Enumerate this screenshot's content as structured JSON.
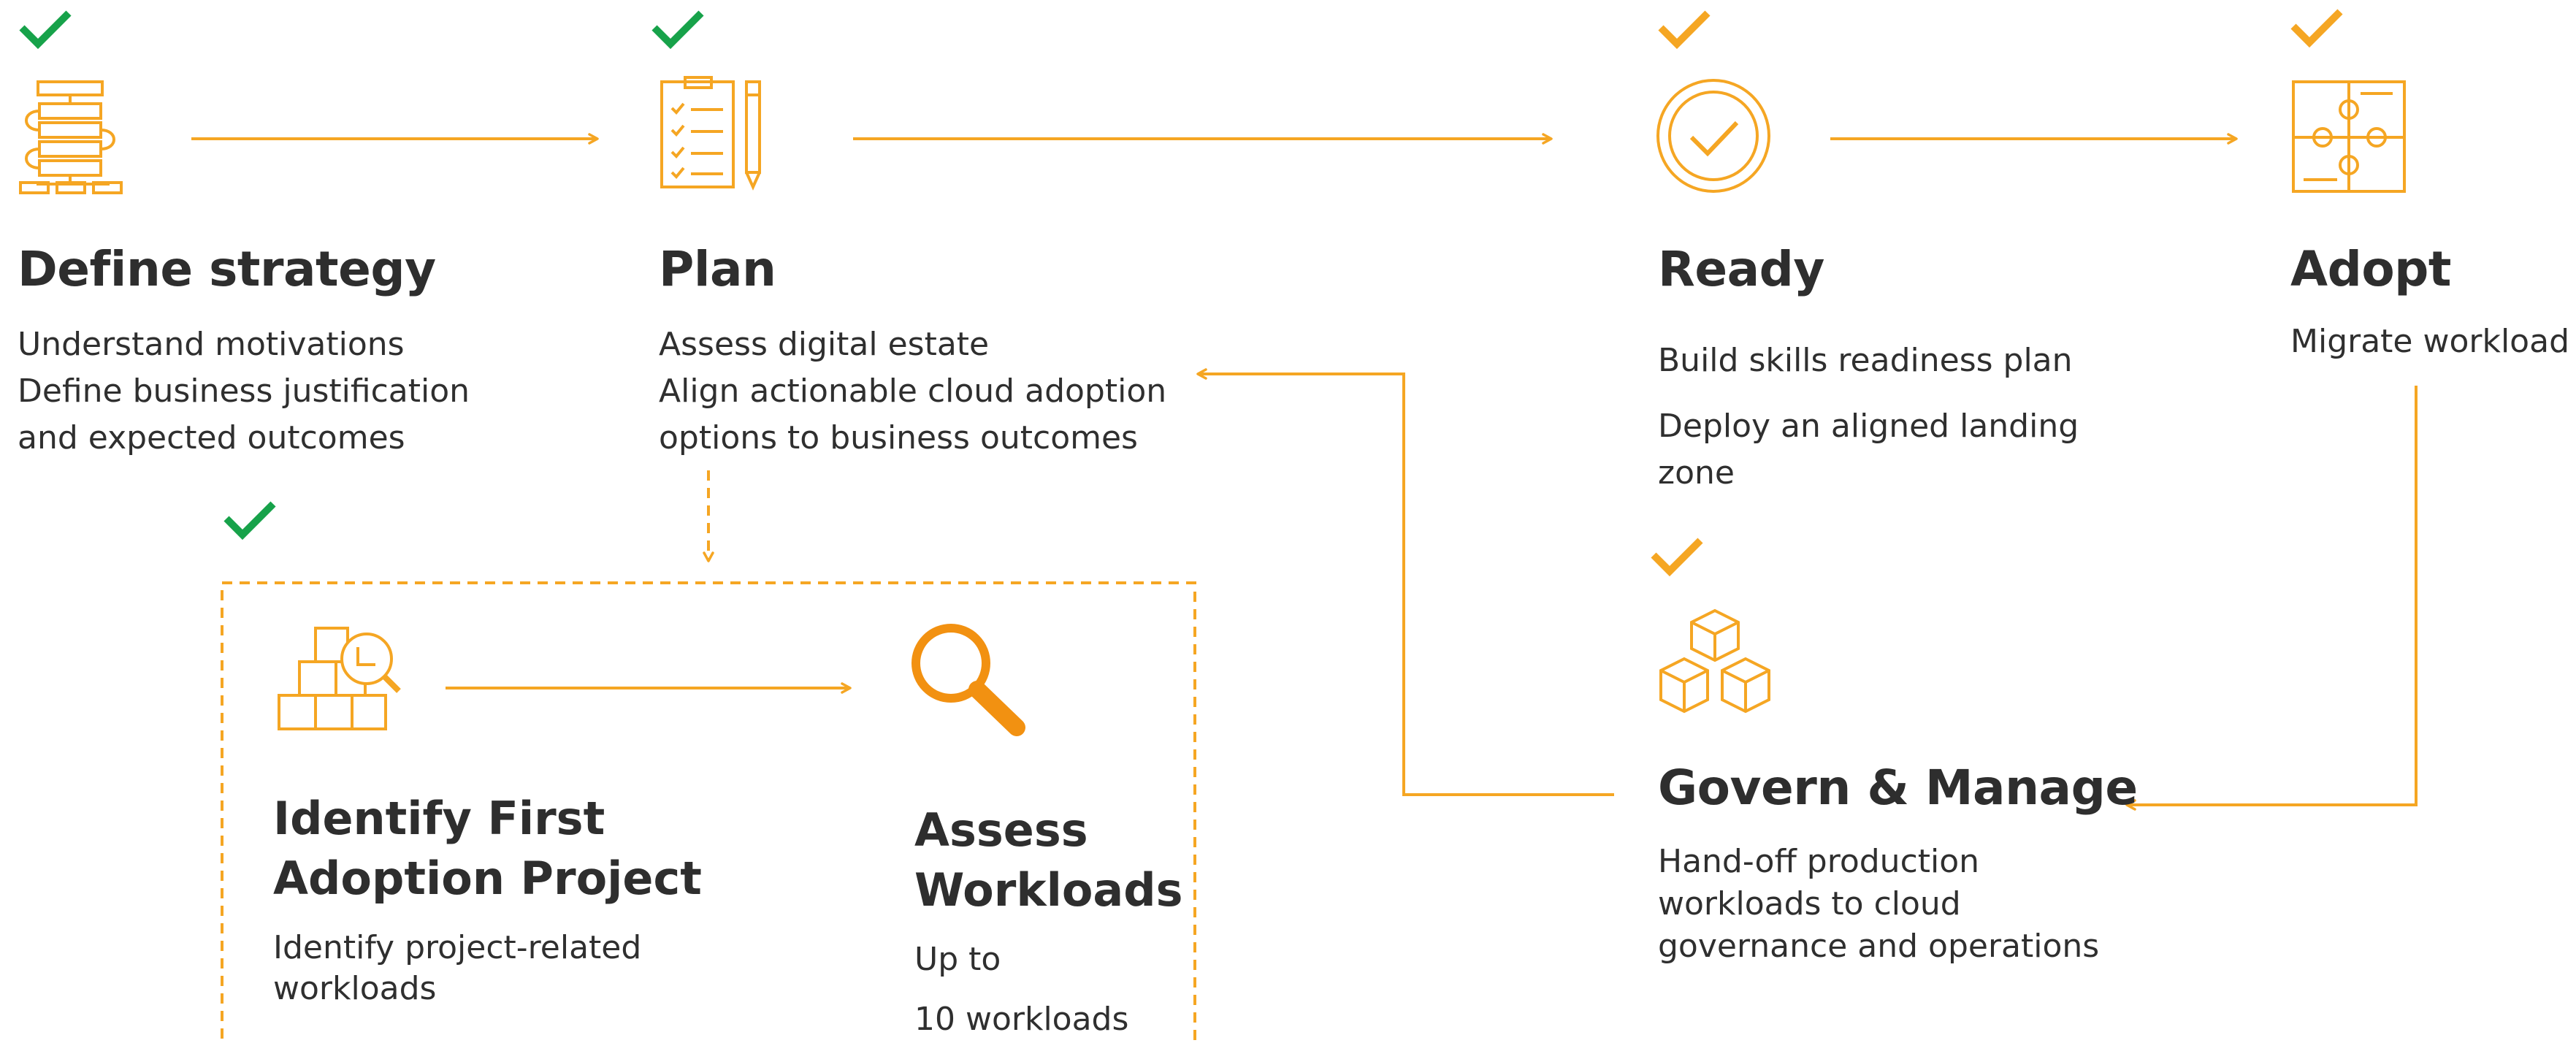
{
  "colors": {
    "orange": "#F5A623",
    "green": "#17A24A",
    "text": "#2e2e2e"
  },
  "steps": {
    "define_strategy": {
      "title": "Define strategy",
      "lines": [
        "Understand motivations",
        "Define business justification",
        "and expected outcomes"
      ],
      "status": "complete",
      "icon": "strategy-flowchart-icon"
    },
    "plan": {
      "title": "Plan",
      "lines": [
        "Assess digital estate",
        "Align actionable cloud adoption",
        "options to business outcomes"
      ],
      "status": "complete",
      "icon": "checklist-document-icon"
    },
    "ready": {
      "title": "Ready",
      "lines": [
        "Build skills readiness plan",
        "Deploy an aligned landing",
        "zone"
      ],
      "status": "pending",
      "icon": "check-circle-icon"
    },
    "adopt": {
      "title": "Adopt",
      "lines": [
        "Migrate workload"
      ],
      "status": "pending",
      "icon": "puzzle-icon"
    },
    "govern": {
      "title": "Govern & Manage",
      "lines": [
        "Hand-off production",
        "workloads to cloud",
        "governance and operations"
      ],
      "status": "pending",
      "icon": "cubes-icon"
    },
    "identify": {
      "title_lines": [
        "Identify First",
        "Adoption Project"
      ],
      "lines": [
        "Identify project-related",
        "workloads"
      ],
      "status": "complete",
      "icon": "boxes-search-icon"
    },
    "assess": {
      "title_lines": [
        "Assess",
        "Workloads"
      ],
      "lines": [
        "Up to",
        "10 workloads"
      ],
      "icon": "magnifier-icon"
    }
  }
}
